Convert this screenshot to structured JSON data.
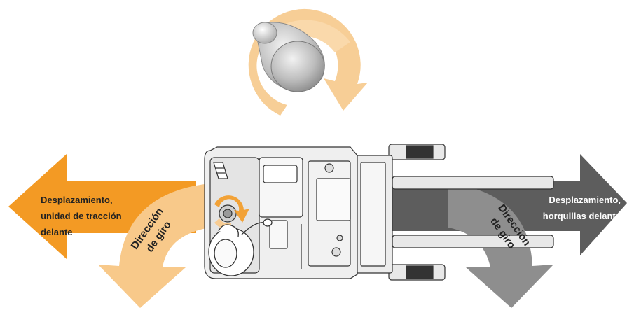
{
  "labels": {
    "left_travel_line1": "Desplazamiento,",
    "left_travel_line2": "unidad de tracción",
    "left_travel_line3": "delante",
    "right_travel_line1": "Desplazamiento,",
    "right_travel_line2": "horquillas delante",
    "left_turn_line1": "Dirección",
    "left_turn_line2": "de giro",
    "right_turn_line1": "Dirección",
    "right_turn_line2": "de giro"
  },
  "icons": {
    "joystick": "joystick-knob-icon",
    "rotation": "rotation-arrow-icon",
    "truck": "forklift-topview-icon",
    "operator": "operator-icon"
  },
  "colors": {
    "orange_dark": "#f39a24",
    "orange_light": "#f8c98a",
    "orange_pale": "#fbe0b6",
    "gray_dark": "#5b5b5b",
    "gray_mid": "#8c8c8c",
    "gray_light": "#e6e6e6",
    "text_dark": "#222222",
    "text_light": "#ffffff"
  }
}
